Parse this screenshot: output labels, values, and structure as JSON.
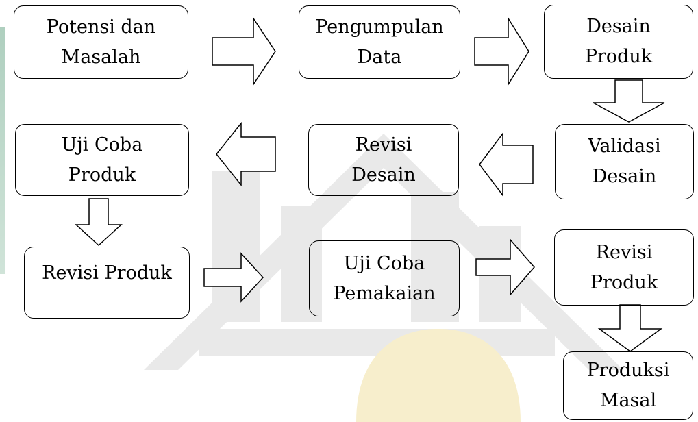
{
  "steps": {
    "potensi": "Potensi dan\nMasalah",
    "pengumpulan": "Pengumpulan\nData",
    "desain": "Desain\nProduk",
    "validasi": "Validasi\nDesain",
    "revisi_desain": "Revisi\nDesain",
    "uji_coba_produk": "Uji Coba\nProduk",
    "revisi_produk_1": "Revisi Produk",
    "uji_coba_pemakaian": "Uji Coba\nPemakaian",
    "revisi_produk_2": "Revisi\nProduk",
    "produksi_masal": "Produksi\nMasal"
  },
  "colors": {
    "stroke": "#000000",
    "watermark": "#e6e6e6",
    "watermark_gold": "#f6ebc4",
    "side_strip": "#6da88a"
  }
}
